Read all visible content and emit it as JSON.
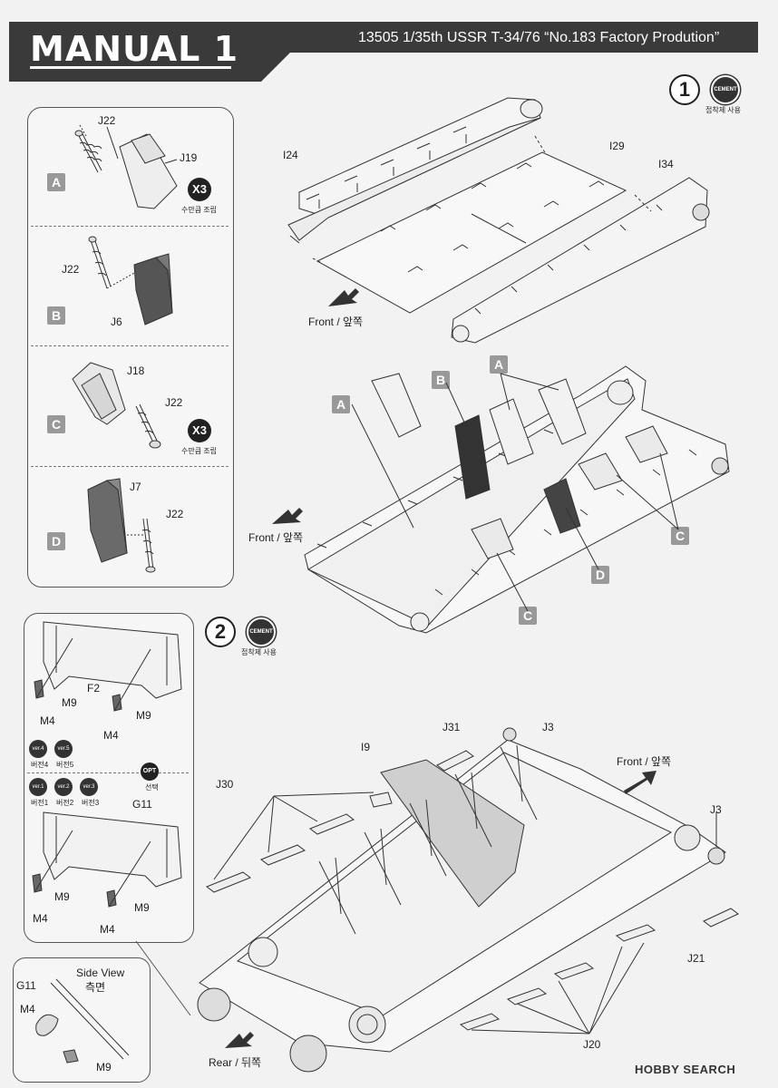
{
  "header": {
    "title": "MANUAL 1",
    "subtitle": "13505 1/35th USSR T-34/76 “No.183  Factory Prodution”"
  },
  "sub_panel": {
    "labels": {
      "A": "A",
      "B": "B",
      "C": "C",
      "D": "D"
    },
    "a": {
      "p1": "J22",
      "p2": "J19"
    },
    "b": {
      "p1": "J22",
      "p2": "J6"
    },
    "c": {
      "p1": "J18",
      "p2": "J22"
    },
    "d": {
      "p1": "J7",
      "p2": "J22"
    },
    "x3": {
      "text": "X3",
      "caption": "수만큼 조립"
    }
  },
  "step1": {
    "number": "1",
    "cement": "CEMENT",
    "cement_caption": "접착제 사용",
    "parts": {
      "i24": "I24",
      "i29": "I29",
      "i34": "I34"
    },
    "front": "Front / 앞쪽",
    "callouts": {
      "A": "A",
      "B": "B",
      "C": "C",
      "D": "D"
    }
  },
  "step2": {
    "number": "2",
    "cement": "CEMENT",
    "cement_caption": "접착제 사용",
    "parts": {
      "j31": "J31",
      "j3": "J3",
      "i9": "I9",
      "j30": "J30",
      "j21": "J21",
      "j20": "J20"
    },
    "front": "Front / 앞쪽",
    "rear": "Rear / 뒤쪽"
  },
  "sub2": {
    "f2": "F2",
    "m4": "M4",
    "m9": "M9",
    "g11": "G11",
    "versions_top": [
      {
        "badge": "ver.4",
        "caption": "버전4"
      },
      {
        "badge": "ver.5",
        "caption": "버전5"
      }
    ],
    "versions_bottom": [
      {
        "badge": "ver.1",
        "caption": "버전1"
      },
      {
        "badge": "ver.2",
        "caption": "버전2"
      },
      {
        "badge": "ver.3",
        "caption": "버전3"
      }
    ],
    "opt": {
      "badge": "OPT",
      "caption": "선택"
    }
  },
  "side_view": {
    "title": "Side View",
    "title_kr": "측면",
    "g11": "G11",
    "m4": "M4",
    "m9": "M9"
  },
  "watermark": "HOBBY SEARCH"
}
